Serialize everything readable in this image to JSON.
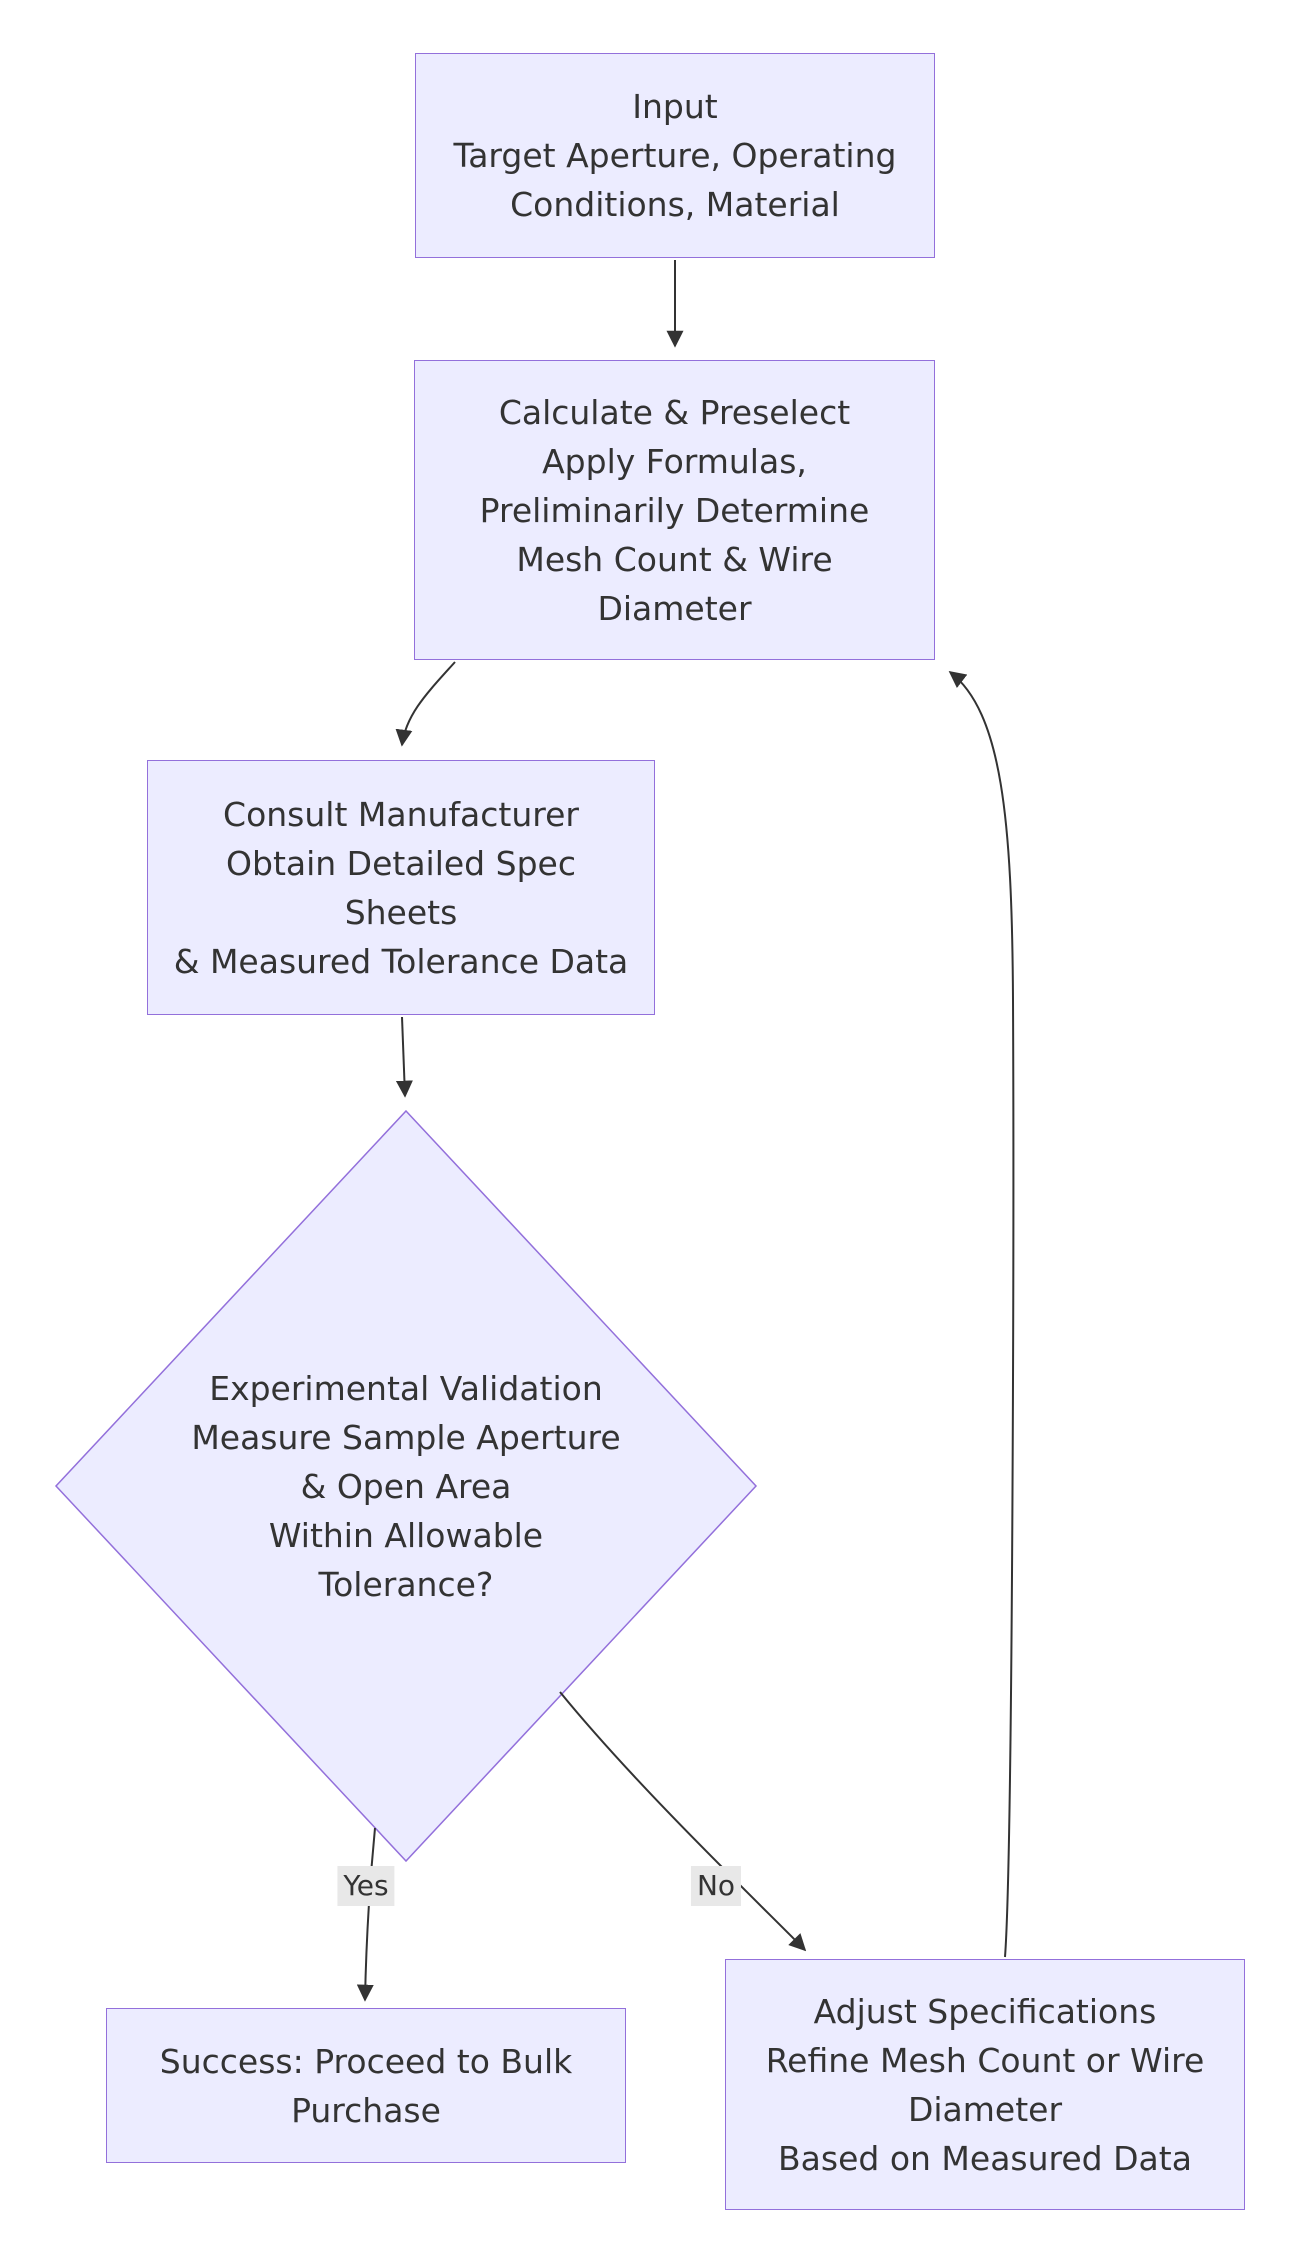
{
  "diagram": {
    "type": "flowchart",
    "direction": "top-down",
    "colors": {
      "node_fill": "#ECECFF",
      "node_border": "#9370DB",
      "edge_stroke": "#333333",
      "text": "#333333",
      "edge_label_background": "#e8e8e8",
      "canvas_background": "#ffffff"
    },
    "nodes": {
      "input": {
        "shape": "rectangle",
        "text": "Input\nTarget Aperture, Operating\nConditions, Material"
      },
      "calculate": {
        "shape": "rectangle",
        "text": "Calculate & Preselect\nApply Formulas,\nPreliminarily Determine\nMesh Count & Wire\nDiameter"
      },
      "consult": {
        "shape": "rectangle",
        "text": "Consult Manufacturer\nObtain Detailed Spec\nSheets\n& Measured Tolerance Data"
      },
      "decision": {
        "shape": "diamond",
        "text": "Experimental Validation\nMeasure Sample Aperture\n& Open Area\nWithin Allowable\nTolerance?"
      },
      "success": {
        "shape": "rectangle",
        "text": "Success: Proceed to Bulk\nPurchase"
      },
      "adjust": {
        "shape": "rectangle",
        "text": "Adjust Specifications\nRefine Mesh Count or Wire\nDiameter\nBased on Measured Data"
      }
    },
    "edges": [
      {
        "from": "input",
        "to": "calculate",
        "label": ""
      },
      {
        "from": "calculate",
        "to": "consult",
        "label": ""
      },
      {
        "from": "consult",
        "to": "decision",
        "label": ""
      },
      {
        "from": "decision",
        "to": "success",
        "label": "Yes"
      },
      {
        "from": "decision",
        "to": "adjust",
        "label": "No"
      },
      {
        "from": "adjust",
        "to": "calculate",
        "label": ""
      }
    ]
  }
}
